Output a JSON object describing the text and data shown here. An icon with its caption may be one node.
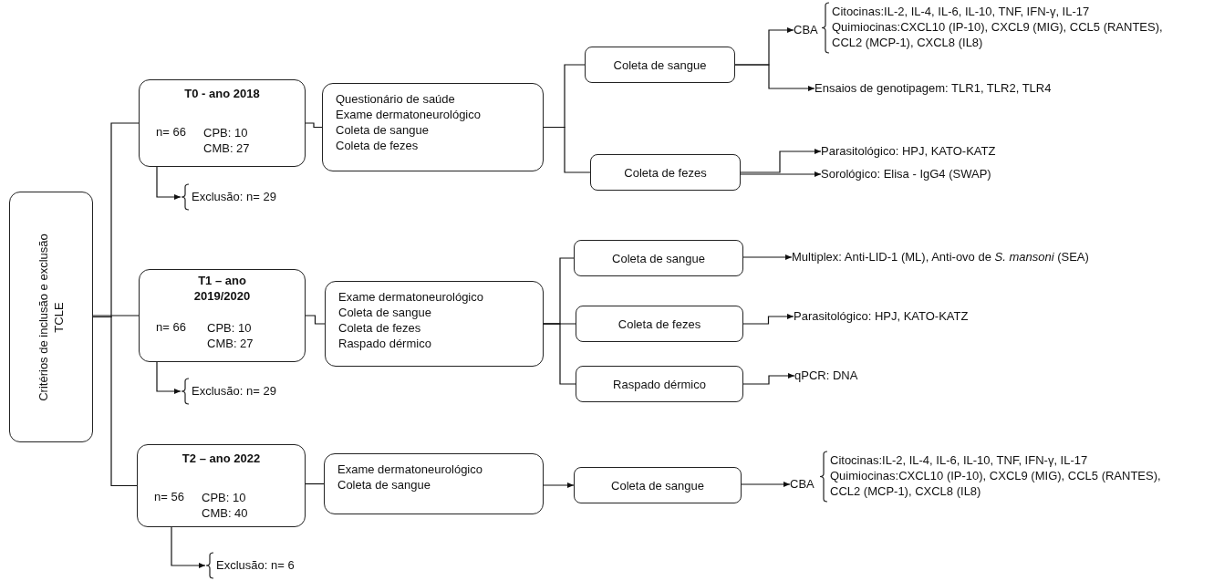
{
  "diagram": {
    "nodes": [
      {
        "text": [
          "Critérios de inclusão e exclusão",
          "TCLE"
        ]
      },
      {
        "text": [
          "T0 - ano 2018",
          "n= 66",
          "CPB: 10 CMB: 27"
        ]
      },
      {
        "text": [
          "Exclusão: n= 29"
        ]
      },
      {
        "text": [
          "Questionário de saúde",
          "Exame dermatoneurológico",
          "Coleta de sangue",
          "Coleta de fezes"
        ]
      },
      {
        "text": [
          "Coleta de sangue"
        ]
      },
      {
        "text": [
          "Coleta de fezes"
        ]
      },
      {
        "text": [
          "CBA"
        ],
        "beside": [
          "Citocinas:IL-2, IL-4, IL-6, IL-10, TNF, IFN-γ, IL-17",
          "Quimiocinas:CXCL10 (IP-10), CXCL9 (MIG), CCL5 (RANTES), CCL2 (MCP-1), CXCL8 (IL8)"
        ]
      },
      {
        "text": [
          "Ensaios de genotipagem: TLR1, TLR2, TLR4"
        ]
      },
      {
        "text": [
          "Parasitológico: HPJ, KATO-KATZ"
        ]
      },
      {
        "text": [
          "Sorológico: Elisa - IgG4 (SWAP)"
        ]
      },
      {
        "text": [
          "T1 – ano 2019/2020",
          "n= 66",
          "CPB: 10 CMB: 27"
        ]
      },
      {
        "text": [
          "Exclusão: n= 29"
        ]
      },
      {
        "text": [
          "Exame dermatoneurológico",
          "Coleta de sangue",
          "Coleta de fezes",
          "Raspado dérmico"
        ]
      },
      {
        "text": [
          "Coleta de sangue"
        ]
      },
      {
        "text": [
          "Coleta de fezes"
        ]
      },
      {
        "text": [
          "Raspado dérmico"
        ]
      },
      {
        "text": [
          "Multiplex: Anti-LID-1 (ML), Anti-ovo de *S. mansoni* (SEA)"
        ]
      },
      {
        "text": [
          "Parasitológico: HPJ, KATO-KATZ"
        ]
      },
      {
        "text": [
          "qPCR: DNA"
        ]
      },
      {
        "text": [
          "T2 – ano 2022",
          "n= 56",
          "CPB: 10 CMB: 40"
        ]
      },
      {
        "text": [
          "Exclusão: n= 6"
        ]
      },
      {
        "text": [
          "Exame dermatoneurológico",
          "Coleta de sangue"
        ]
      },
      {
        "text": [
          "Coleta de sangue"
        ]
      },
      {
        "text": [
          "CBA"
        ],
        "beside": [
          "Citocinas:IL-2, IL-4, IL-6, IL-10, TNF, IFN-γ, IL-17",
          "Quimiocinas:CXCL10 (IP-10), CXCL9 (MIG), CCL5 (RANTES), CCL2 (MCP-1), CXCL8 (IL8)"
        ]
      }
    ],
    "edges": [
      {
        "from": 0,
        "to": 1,
        "arrow": "none"
      },
      {
        "from": 0,
        "to": 10,
        "arrow": "none"
      },
      {
        "from": 0,
        "to": 19,
        "arrow": "none"
      },
      {
        "from": 1,
        "to": 2,
        "arrow": "to"
      },
      {
        "from": 1,
        "to": 3,
        "arrow": "none"
      },
      {
        "from": 3,
        "to": 4,
        "arrow": "none"
      },
      {
        "from": 3,
        "to": 5,
        "arrow": "none"
      },
      {
        "from": 4,
        "to": 6,
        "arrow": "to"
      },
      {
        "from": 4,
        "to": 7,
        "arrow": "to"
      },
      {
        "from": 5,
        "to": 8,
        "arrow": "to"
      },
      {
        "from": 5,
        "to": 9,
        "arrow": "to"
      },
      {
        "from": 10,
        "to": 11,
        "arrow": "to"
      },
      {
        "from": 10,
        "to": 12,
        "arrow": "none"
      },
      {
        "from": 12,
        "to": 13,
        "arrow": "none"
      },
      {
        "from": 12,
        "to": 14,
        "arrow": "none"
      },
      {
        "from": 12,
        "to": 15,
        "arrow": "none"
      },
      {
        "from": 13,
        "to": 16,
        "arrow": "to"
      },
      {
        "from": 14,
        "to": 17,
        "arrow": "to"
      },
      {
        "from": 15,
        "to": 18,
        "arrow": "to"
      },
      {
        "from": 19,
        "to": 20,
        "arrow": "to"
      },
      {
        "from": 19,
        "to": 21,
        "arrow": "none"
      },
      {
        "from": 21,
        "to": 22,
        "arrow": "to"
      },
      {
        "from": 22,
        "to": 23,
        "arrow": "to"
      }
    ]
  }
}
